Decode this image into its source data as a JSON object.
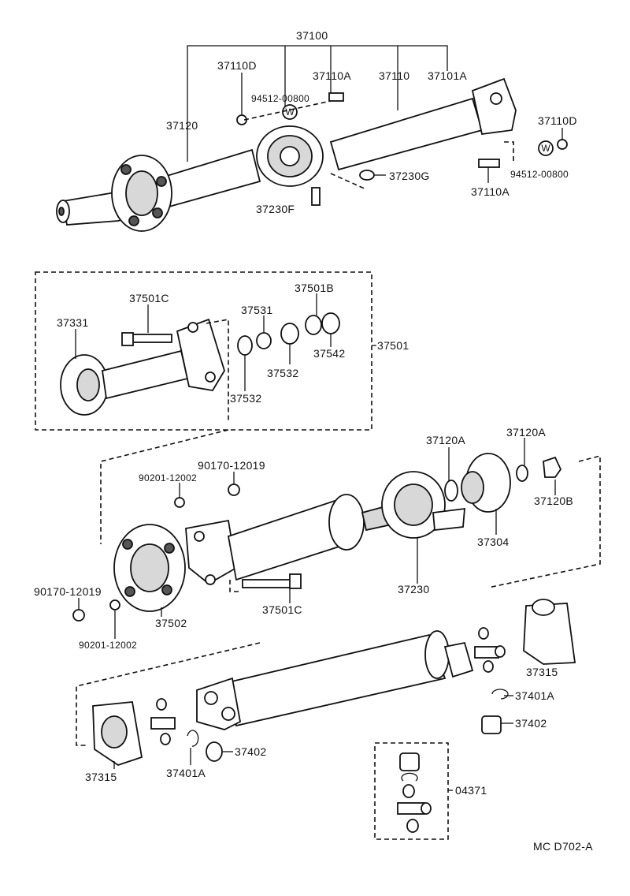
{
  "labels": {
    "p37100": "37100",
    "p37110D_top": "37110D",
    "p37110A_top": "37110A",
    "p37110": "37110",
    "p37101A": "37101A",
    "p94512_top": "94512-00800",
    "p37120": "37120",
    "p37110D_right": "37110D",
    "p94512_right": "94512-00800",
    "p37110A_right": "37110A",
    "p37230G": "37230G",
    "p37230F": "37230F",
    "p37501C_a": "37501C",
    "p37501B": "37501B",
    "p37331": "37331",
    "p37531": "37531",
    "p37542": "37542",
    "p37501": "37501",
    "p37532_a": "37532",
    "p37532_b": "37532",
    "p37120A_a": "37120A",
    "p37120A_b": "37120A",
    "p37120B": "37120B",
    "p90170_a": "90170-12019",
    "p90201_a": "90201-12002",
    "p37304": "37304",
    "p37230": "37230",
    "p37501C_b": "37501C",
    "p90170_b": "90170-12019",
    "p37502": "37502",
    "p90201_b": "90201-12002",
    "p37315_right": "37315",
    "p37401A_right": "37401A",
    "p37402_right": "37402",
    "p37402_left": "37402",
    "p37315_left": "37315",
    "p37401A_left": "37401A",
    "p04371": "04371",
    "footer": "MC  D702-A"
  },
  "washer_marks": {
    "w1": "W",
    "w2": "W"
  }
}
